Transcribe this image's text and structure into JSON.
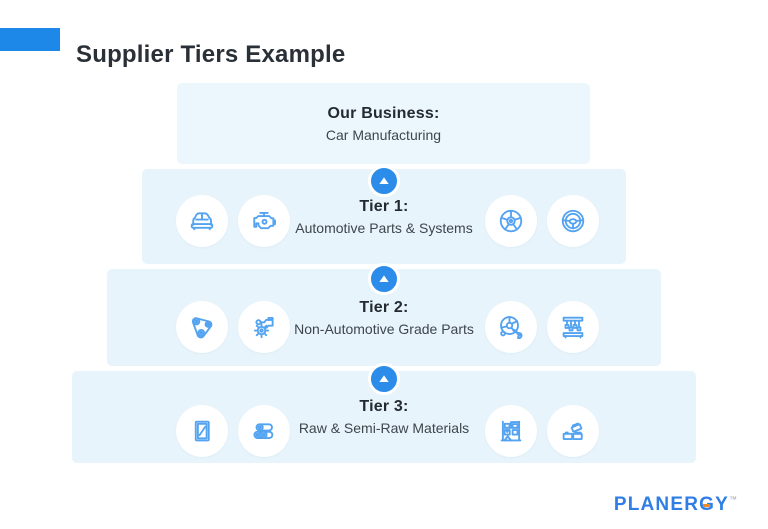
{
  "title": "Supplier Tiers Example",
  "colors": {
    "accent_blue": "#1e88e9",
    "arrow_blue": "#2b8ce9",
    "icon_blue": "#54a3f1",
    "box_background": "#e8f4fb",
    "top_box_background": "#ecf7fd",
    "heading_text": "#242a31",
    "subheading_text": "#3e454d",
    "logo_blue": "#2e7ee6",
    "logo_orange": "#f08a24"
  },
  "pyramid": {
    "top": {
      "heading": "Our Business:",
      "subheading": "Car Manufacturing"
    },
    "arrow_icon": "up-arrow-icon",
    "tiers": [
      {
        "heading": "Tier 1:",
        "subheading": "Automotive Parts & Systems",
        "icons_left": [
          "car-icon",
          "engine-icon"
        ],
        "icons_right": [
          "alloy-wheel-icon",
          "steering-wheel-icon"
        ]
      },
      {
        "heading": "Tier 2:",
        "subheading": "Non-Automotive Grade Parts",
        "icons_left": [
          "timing-belt-icon",
          "gearbox-icon"
        ],
        "icons_right": [
          "wheel-wrench-icon",
          "press-machine-icon"
        ]
      },
      {
        "heading": "Tier 3:",
        "subheading": "Raw & Semi-Raw Materials",
        "icons_left": [
          "glass-sheet-icon",
          "metal-pipes-icon"
        ],
        "icons_right": [
          "materials-shelf-icon",
          "bricks-icon"
        ]
      }
    ]
  },
  "logo": {
    "text": "PLANERGY",
    "trademark": "™"
  }
}
